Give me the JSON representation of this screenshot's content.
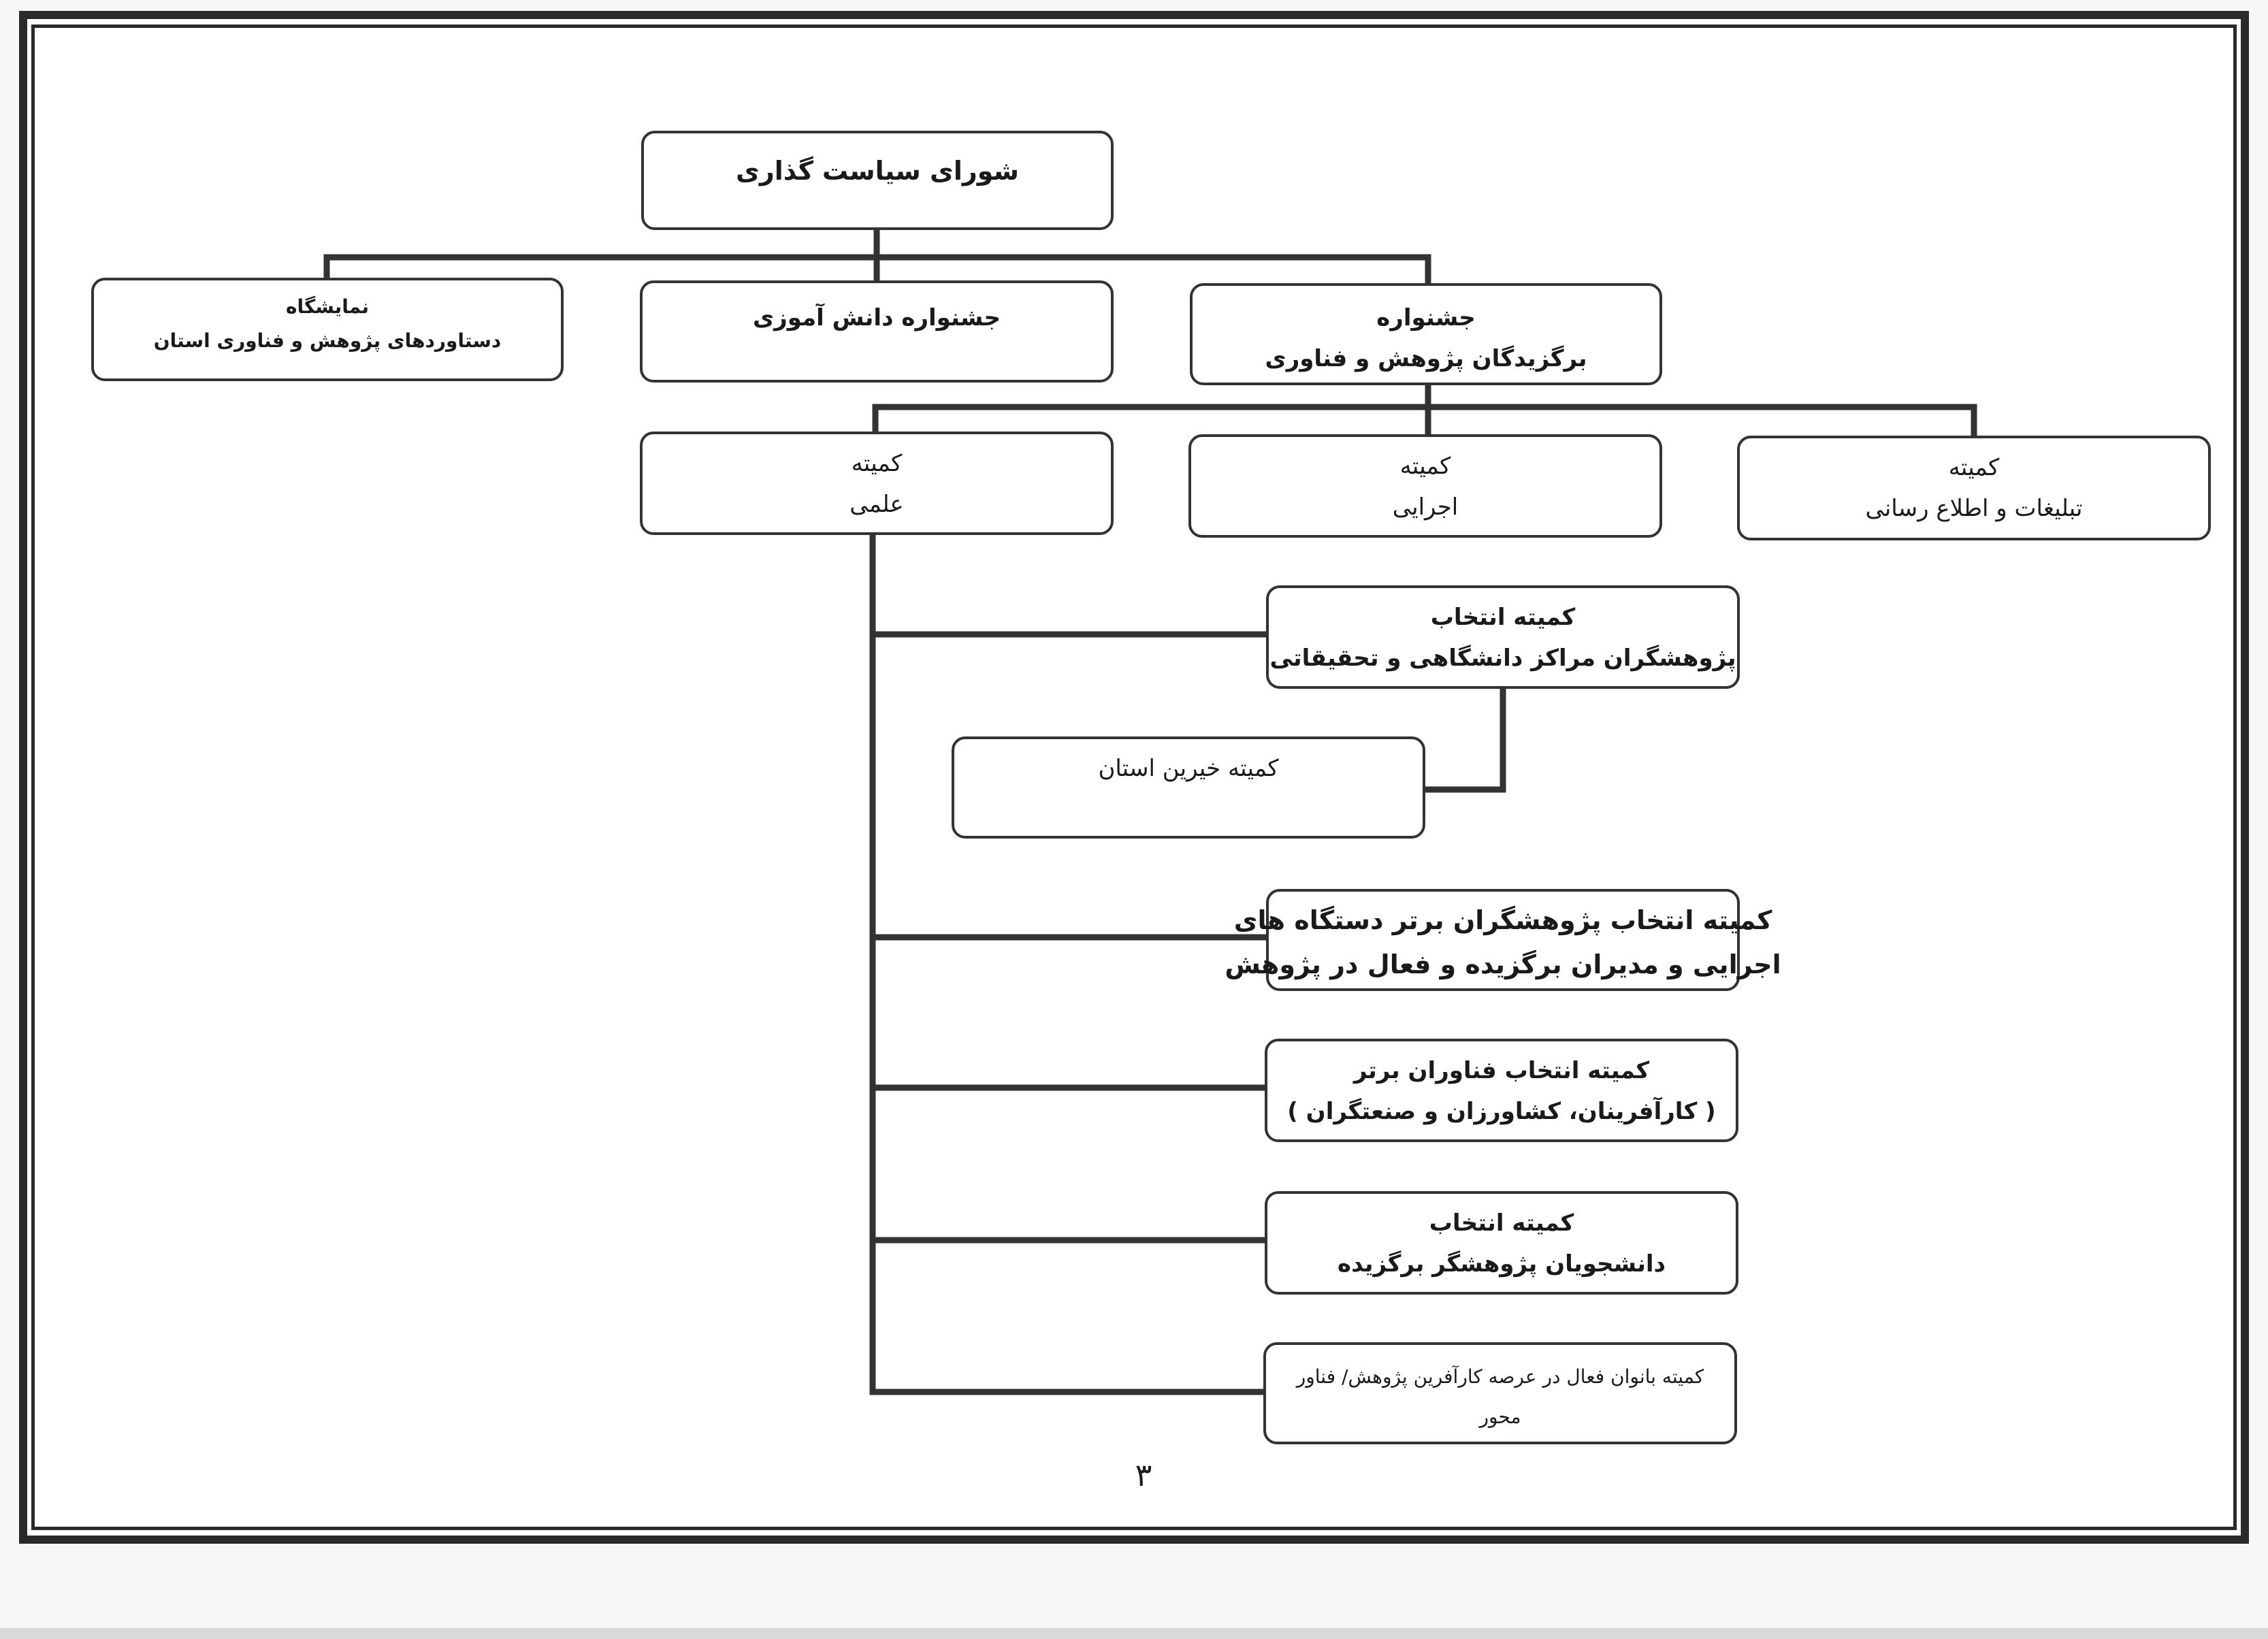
{
  "chart": {
    "root": {
      "line1": "شورای سیاست گذاری"
    },
    "exhibition": {
      "line1": "نمایشگاه",
      "line2": "دستاوردهای پژوهش و فناوری استان"
    },
    "student_festival": {
      "line1": "جشنواره دانش آموزی"
    },
    "main_festival": {
      "line1": "جشنواره",
      "line2": "برگزیدگان پژوهش و فناوری"
    },
    "scientific_committee": {
      "line1": "کمیته",
      "line2": "علمی"
    },
    "executive_committee": {
      "line1": "کمیته",
      "line2": "اجرایی"
    },
    "publicity_committee": {
      "line1": "کمیته",
      "line2": "تبلیغات و اطلاع رسانی"
    },
    "selection_university": {
      "line1": "کمیته انتخاب",
      "line2": "پژوهشگران مراکز دانشگاهی و تحقیقاتی"
    },
    "benefactors": {
      "line1": "کمیته خیرین استان"
    },
    "selection_executive": {
      "line1": "کمیته انتخاب پژوهشگران برتر دستگاه های",
      "line2": "اجرایی و مدیران برگزیده و فعال در پژوهش"
    },
    "selection_technologists": {
      "line1": "کمیته انتخاب فناوران برتر",
      "line2": "( کارآفرینان، کشاورزان و صنعتگران )"
    },
    "selection_students": {
      "line1": "کمیته انتخاب",
      "line2": "دانشجویان پژوهشگر برگزیده"
    },
    "women_committee": {
      "line1": "کمیته بانوان فعال در عرصه کارآفرین پژوهش/ فناور",
      "line2": "محور"
    }
  },
  "page_number": "۳"
}
